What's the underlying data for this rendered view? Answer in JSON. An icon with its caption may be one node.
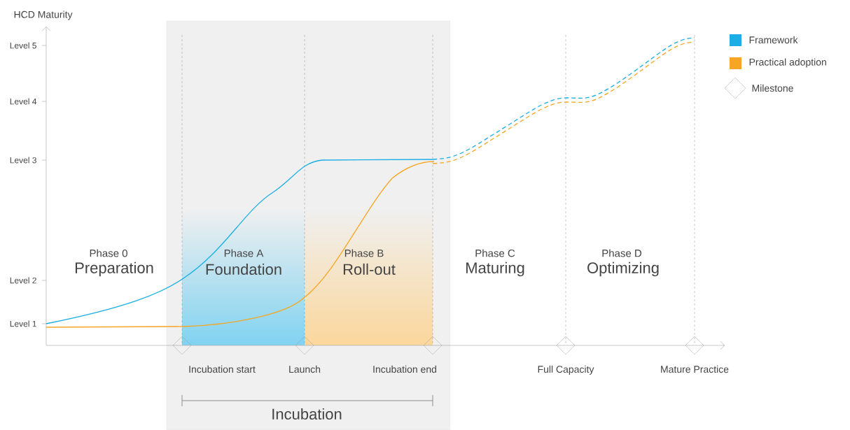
{
  "diagram": {
    "nodes": [
      {
        "text": [
          "Incubation start"
        ]
      },
      {
        "text": [
          "Launch"
        ]
      },
      {
        "text": [
          "Incubation end"
        ]
      },
      {
        "text": [
          "Full Capacity"
        ]
      },
      {
        "text": [
          "Mature Practice"
        ]
      }
    ],
    "labels": [
      "HCD Maturity",
      "Level 5",
      "Level 4",
      "Level 3",
      "Level 2",
      "Level 1",
      "Phase 0",
      "Preparation",
      "Phase A",
      "Foundation",
      "Phase B",
      "Roll-out",
      "Phase C",
      "Maturing",
      "Phase D",
      "Optimizing",
      "Incubation"
    ],
    "legend": [
      {
        "text": "Framework",
        "color": "#1aaee5"
      },
      {
        "text": "Practical adoption",
        "color": "#f6a623"
      },
      {
        "text": "Milestone"
      }
    ]
  }
}
